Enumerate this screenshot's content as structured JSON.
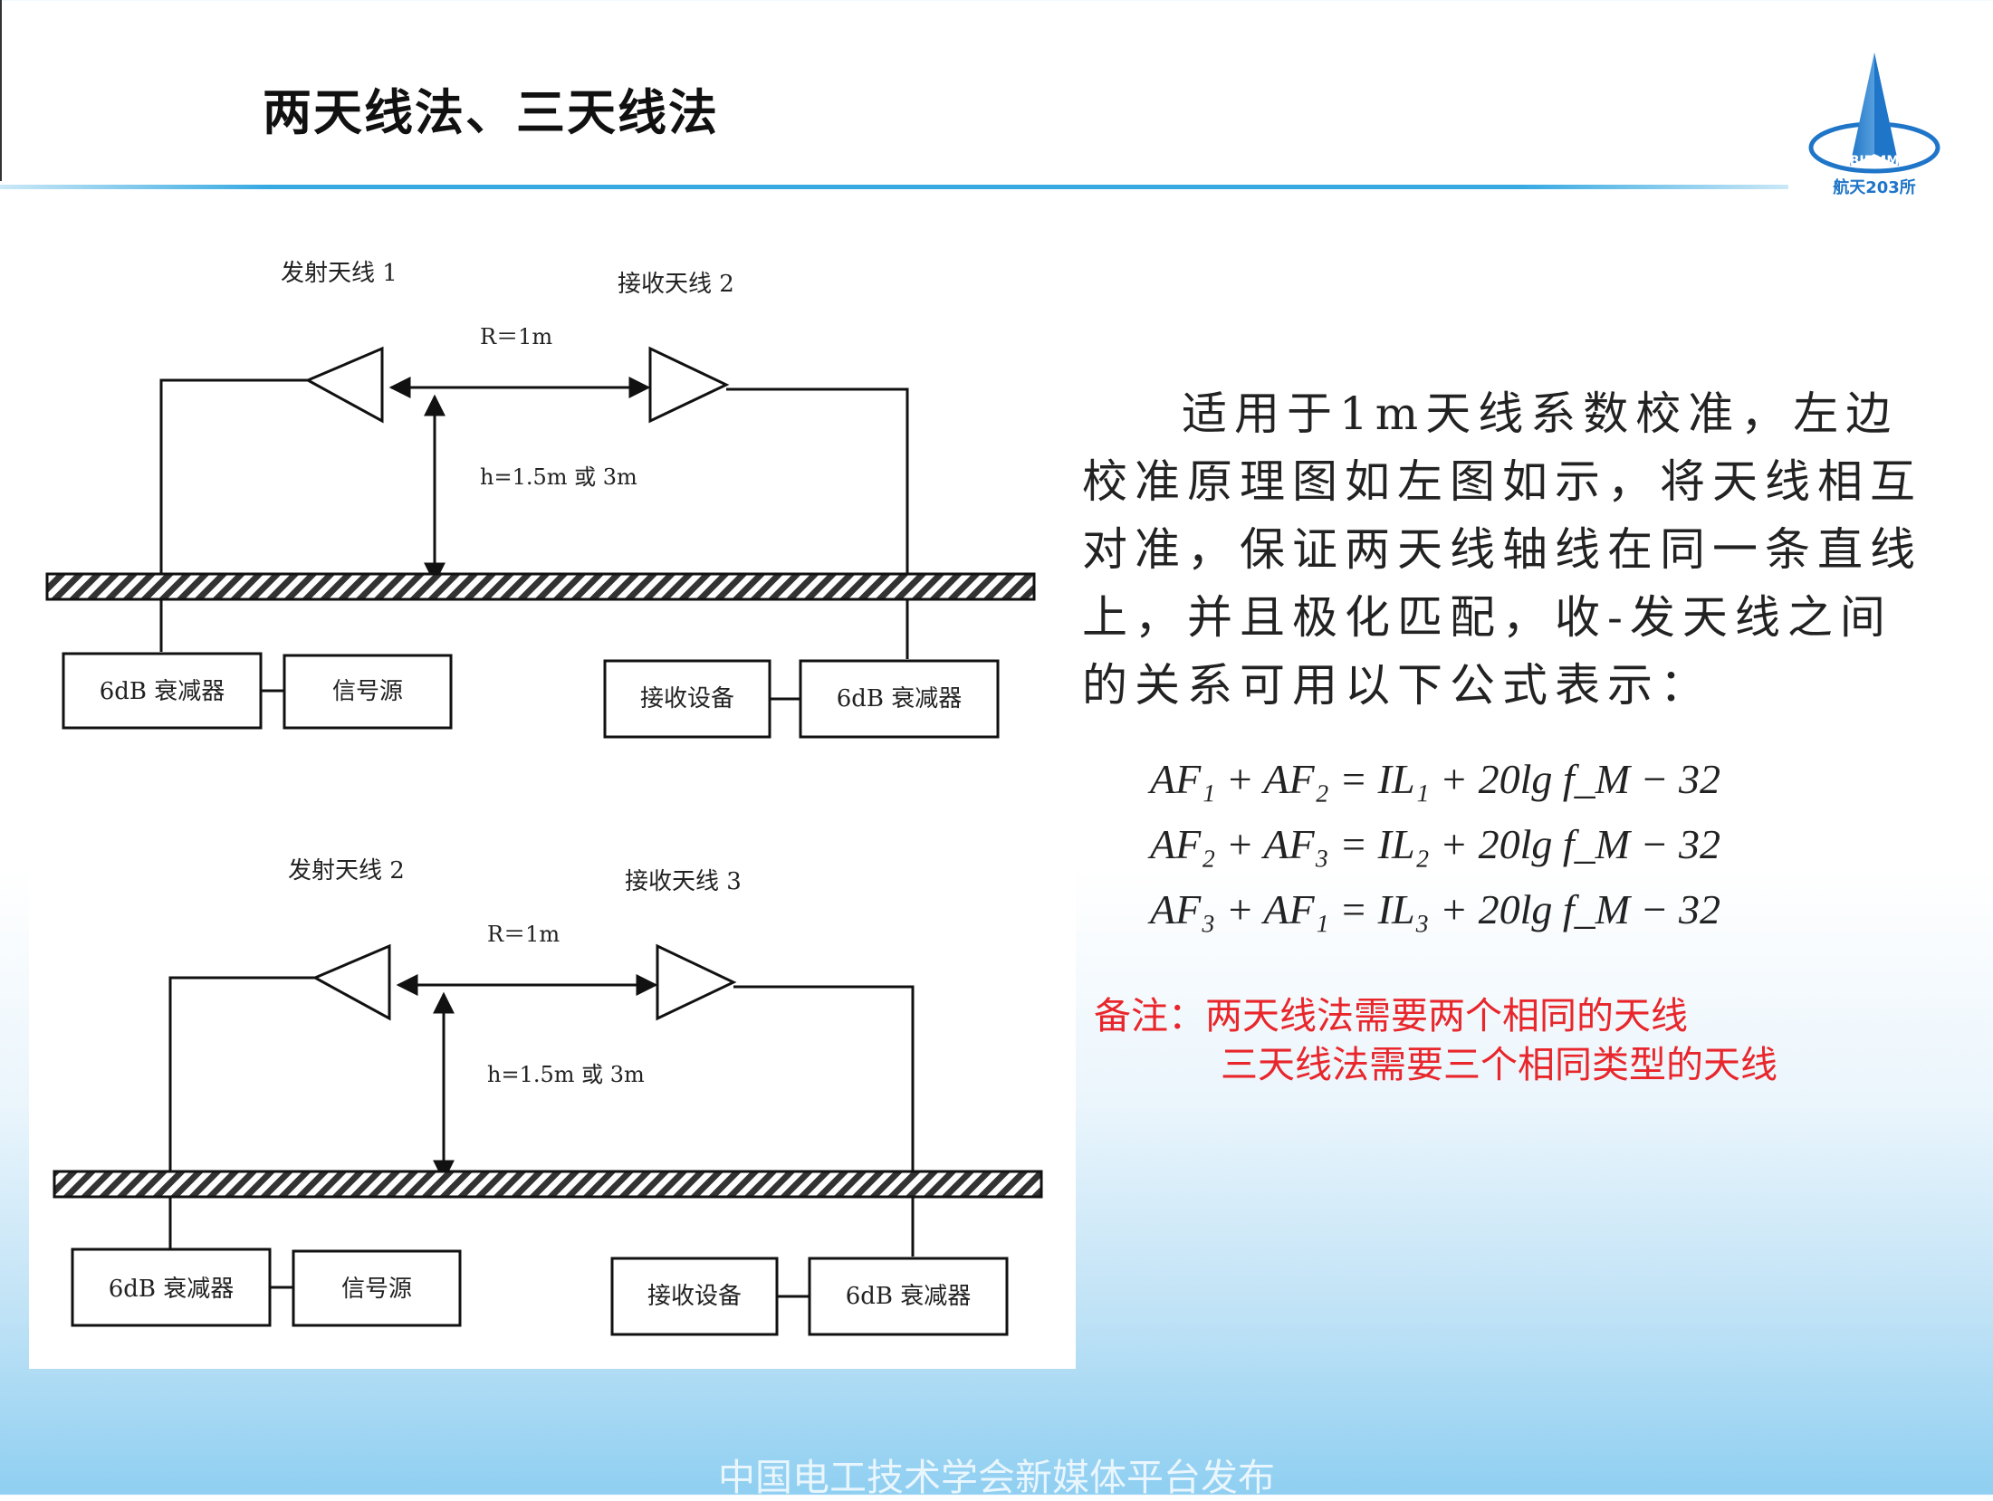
{
  "header": {
    "title": "两天线法、三天线法"
  },
  "logo": {
    "text": "BIRMM",
    "caption": "航天203所",
    "colors": {
      "primary": "#1f75c8",
      "light": "#8ec9f0"
    }
  },
  "diagram_top": {
    "tx_label": "发射天线 1",
    "rx_label": "接收天线 2",
    "distance_label": "R＝1m",
    "height_label": "h=1.5m 或 3m",
    "left_box1": "6dB 衰减器",
    "left_box2": "信号源",
    "right_box1": "接收设备",
    "right_box2": "6dB 衰减器"
  },
  "diagram_bottom": {
    "tx_label": "发射天线 2",
    "rx_label": "接收天线 3",
    "distance_label": "R＝1m",
    "height_label": "h=1.5m 或 3m",
    "left_box1": "6dB 衰减器",
    "left_box2": "信号源",
    "right_box1": "接收设备",
    "right_box2": "6dB 衰减器"
  },
  "description": "适用于1m天线系数校准，左边校准原理图如左图如示，将天线相互对准，保证两天线轴线在同一条直线上，并且极化匹配，收-发天线之间的关系可用以下公式表示：",
  "formulas": [
    "AF₁ + AF₂ = IL₁ + 20lg f_M − 32",
    "AF₂ + AF₃ = IL₂ + 20lg f_M − 32",
    "AF₃ + AF₁ = IL₃ + 20lg f_M − 32"
  ],
  "note": {
    "line1": "备注：两天线法需要两个相同的天线",
    "line2": "三天线法需要三个相同类型的天线",
    "color": "#e8262b"
  },
  "footer": {
    "text": "中国电工技术学会新媒体平台发布"
  },
  "colors": {
    "accent_line": "#36a9e1",
    "text": "#222222"
  }
}
